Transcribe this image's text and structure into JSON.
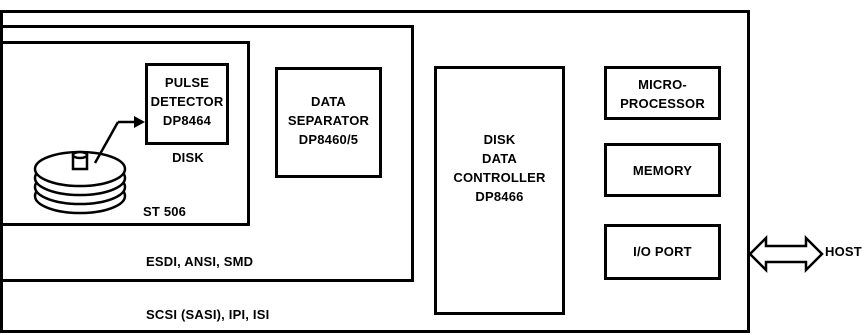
{
  "diagram": {
    "outer_label": "SCSI (SASI), IPI, ISI",
    "middle_label": "ESDI, ANSI, SMD",
    "inner_label": "ST 506",
    "disk_label": "DISK",
    "pulse_detector": "PULSE\nDETECTOR\nDP8464",
    "data_separator": "DATA\nSEPARATOR\nDP8460/5",
    "disk_controller": "DISK\nDATA\nCONTROLLER\nDP8466",
    "microprocessor": "MICRO-\nPROCESSOR",
    "memory": "MEMORY",
    "io_port": "I/O PORT",
    "host": "HOST"
  }
}
